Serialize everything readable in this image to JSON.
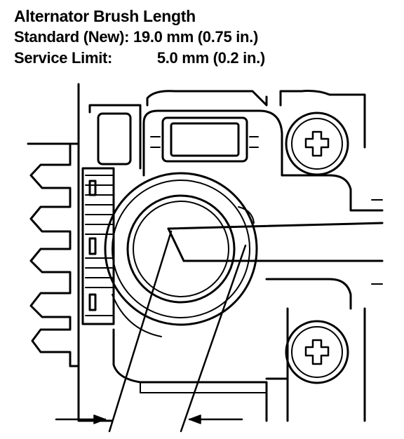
{
  "specs": {
    "title": "Alternator Brush Length",
    "standard_label": "Standard (New):",
    "standard_value": "19.0 mm (0.75 in.)",
    "limit_label": "Service Limit:",
    "limit_value": "5.0 mm (0.2 in.)"
  },
  "colors": {
    "ink": "#000000",
    "paper": "#ffffff"
  }
}
